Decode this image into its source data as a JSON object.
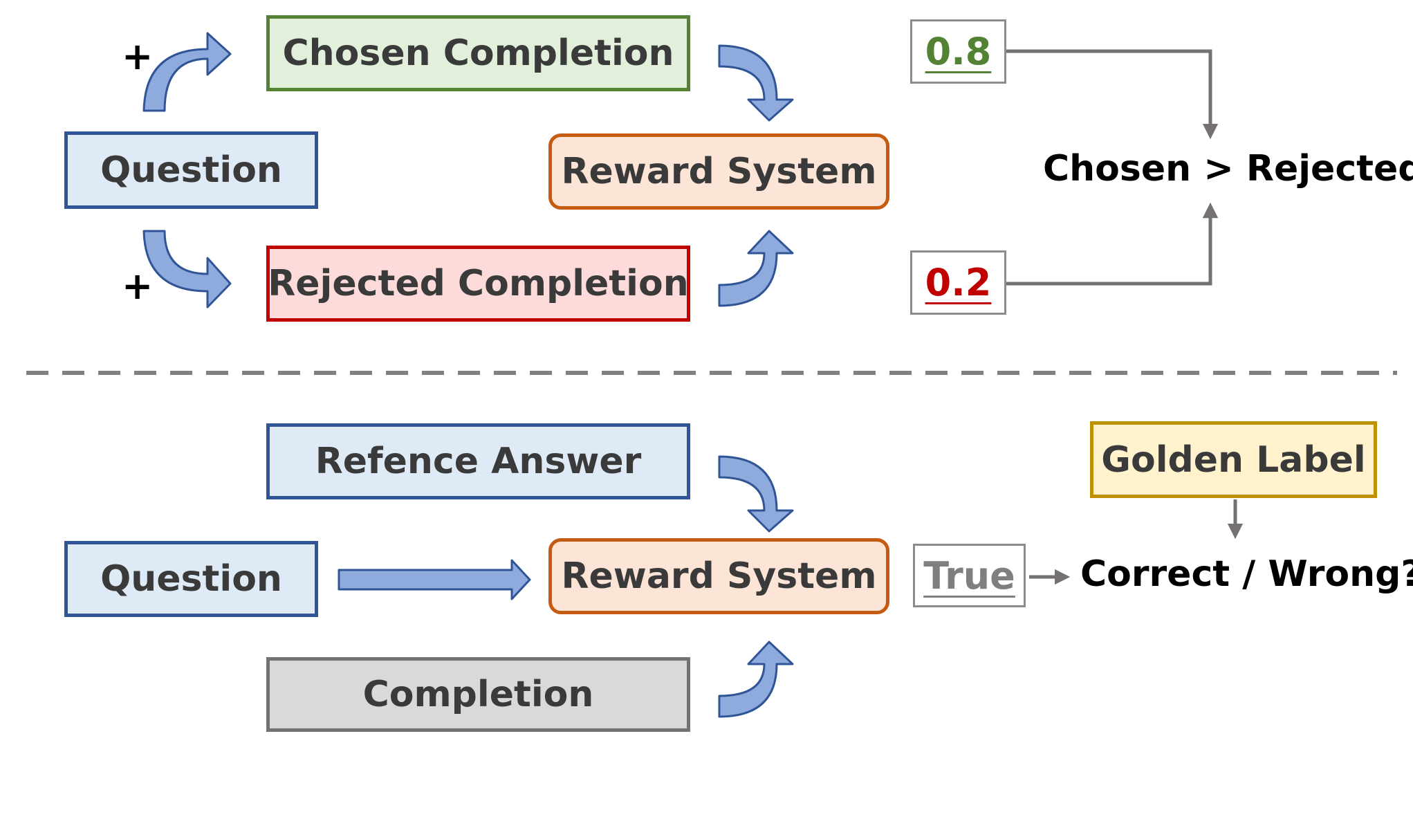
{
  "top": {
    "plus_upper": "+",
    "plus_lower": "+",
    "question": "Question",
    "chosen": "Chosen Completion",
    "rejected": "Rejected Completion",
    "reward": "Reward System",
    "score_chosen": "0.8",
    "score_rejected": "0.2",
    "comparison": "Chosen > Rejected?"
  },
  "bottom": {
    "reference": "Refence Answer",
    "question": "Question",
    "completion": "Completion",
    "reward": "Reward System",
    "output": "True",
    "golden": "Golden Label",
    "verdict": "Correct / Wrong?"
  },
  "colors": {
    "arrow_fill": "#8faadc",
    "arrow_stroke": "#2f5597",
    "connector": "#767171",
    "score_chosen": "#548235",
    "score_rejected": "#c00000",
    "output": "#7f7f7f"
  }
}
